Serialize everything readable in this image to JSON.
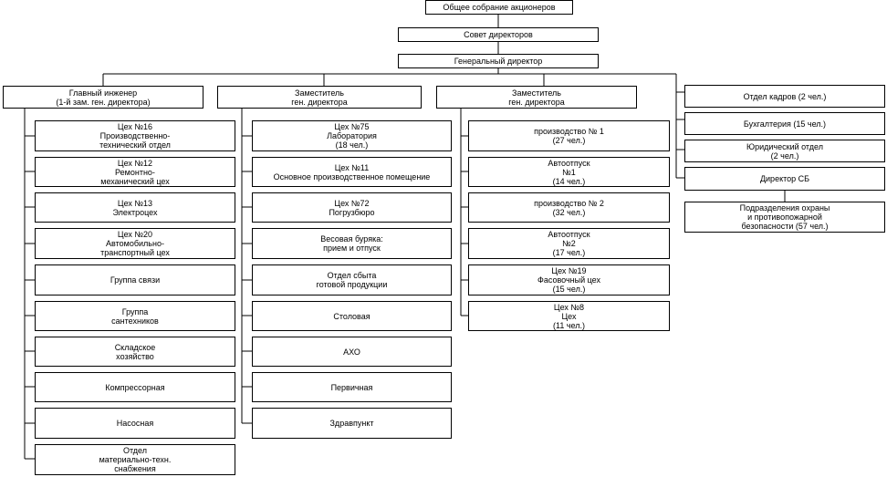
{
  "top": {
    "shareholders": "Общее собрание акционеров",
    "board": "Совет директоров",
    "ceo": "Генеральный директор"
  },
  "chief_engineer": {
    "title": "Главный инженер\n(1-й зам. ген. директора)",
    "units": [
      "Цех №16\nПроизводственно-\nтехнический отдел",
      "Цех №12\nРемонтно-\nмеханический цех",
      "Цех №13\nЭлектроцех",
      "Цех №20\nАвтомобильно-\nтранспортный цех",
      "Группа связи",
      "Группа\nсантехников",
      "Складское\nхозяйство",
      "Компрессорная",
      "Насосная",
      "Отдел\nматериально-техн.\nснабжения"
    ]
  },
  "deputy1": {
    "title": "Заместитель\nген. директора",
    "units": [
      "Цех №75\nЛаборатория\n(18 чел.)",
      "Цех №11\nОсновное производственное помещение",
      "Цех №72\nПогрузбюро",
      "Весовая буряка:\nприем и отпуск",
      "Отдел сбыта\nготовой продукции",
      "Столовая",
      "АХО",
      "Первичная",
      "Здравпункт"
    ]
  },
  "deputy2": {
    "title": "Заместитель\nген. директора",
    "units": [
      "производство № 1\n(27 чел.)",
      "Автоотпуск\n№1\n(14 чел.)",
      "производство № 2\n(32 чел.)",
      "Автоотпуск\n№2\n(17 чел.)",
      "Цех №19\nФасовочный цех\n(15 чел.)",
      "Цех №8\nЦех\n(11 чел.)"
    ]
  },
  "right": {
    "hr": "Отдел кадров (2 чел.)",
    "accounting": "Бухгалтерия (15 чел.)",
    "legal": "Юридический отдел\n(2 чел.)",
    "security_director": "Директор СБ",
    "security_units": "Подразделения охраны\nи противопожарной\nбезопасности (57 чел.)"
  }
}
